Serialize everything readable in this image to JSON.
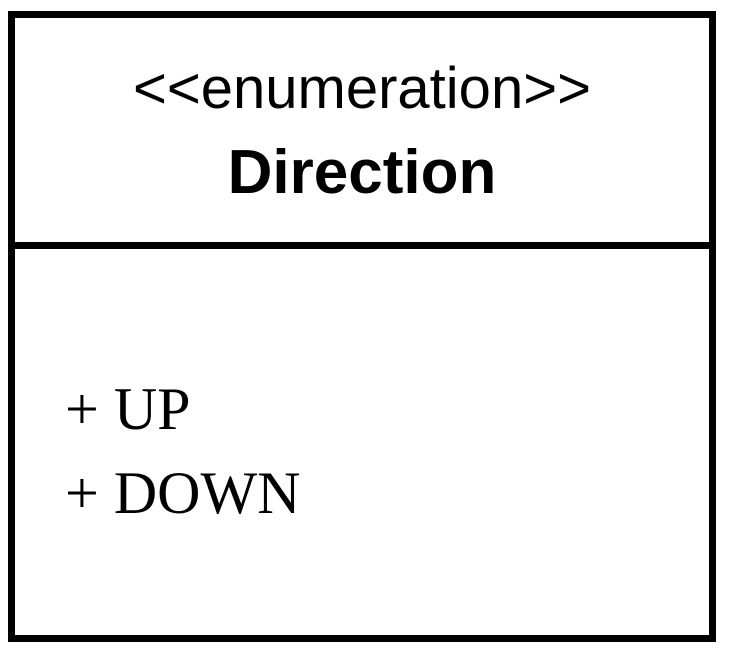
{
  "diagram": {
    "stereotype": "<<enumeration>>",
    "name": "Direction",
    "literals": [
      "+ UP",
      "+ DOWN"
    ]
  }
}
